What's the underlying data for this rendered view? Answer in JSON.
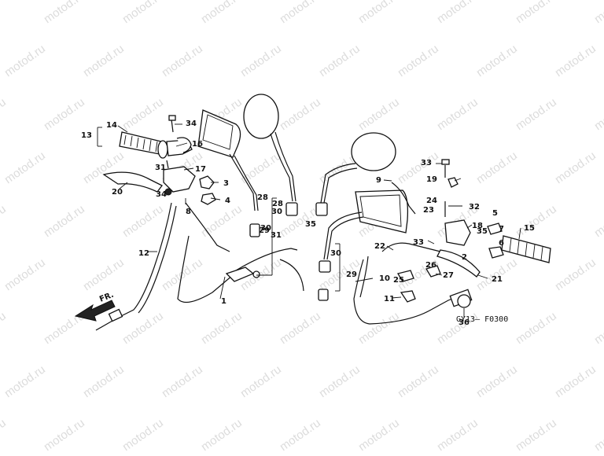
{
  "watermark": "motod.ru",
  "diagram_code": "GY13– F0300",
  "direction_label": "FR.",
  "callouts": [
    "1",
    "2",
    "3",
    "4",
    "5",
    "6",
    "7",
    "8",
    "9",
    "10",
    "11",
    "12",
    "13",
    "14",
    "15",
    "16",
    "17",
    "18",
    "19",
    "20",
    "21",
    "22",
    "23",
    "24",
    "25",
    "26",
    "27",
    "28",
    "28",
    "29",
    "29",
    "30",
    "30",
    "30",
    "31",
    "31",
    "32",
    "33",
    "33",
    "34",
    "34",
    "35",
    "35",
    "36"
  ]
}
